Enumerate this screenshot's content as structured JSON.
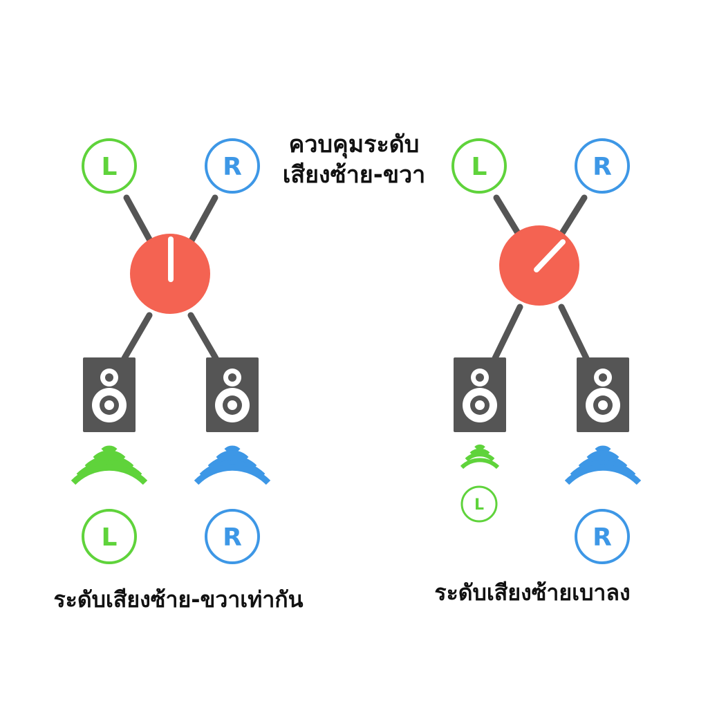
{
  "colors": {
    "left": "#5fd33b",
    "right": "#3d97e6",
    "knob": "#f46352",
    "speaker": "#555555",
    "cable": "#555555"
  },
  "header": {
    "line1": "ควบคุมระดับ",
    "line2": "เสียงซ้าย-ขวา"
  },
  "panels": [
    {
      "caption": "ระดับเสียงซ้าย-ขวาเท่ากัน",
      "top_left_badge": "L",
      "top_right_badge": "R",
      "bottom_left_badge": "L",
      "bottom_right_badge": "R",
      "knob_state": "center",
      "left_volume": "equal",
      "right_volume": "equal"
    },
    {
      "caption": "ระดับเสียงซ้ายเบาลง",
      "top_left_badge": "L",
      "top_right_badge": "R",
      "bottom_left_badge": "L",
      "bottom_right_badge": "R",
      "knob_state": "turned-right",
      "left_volume": "lower",
      "right_volume": "normal"
    }
  ],
  "icons": [
    "balance-knob-icon",
    "speaker-icon",
    "sound-wave-icon"
  ]
}
